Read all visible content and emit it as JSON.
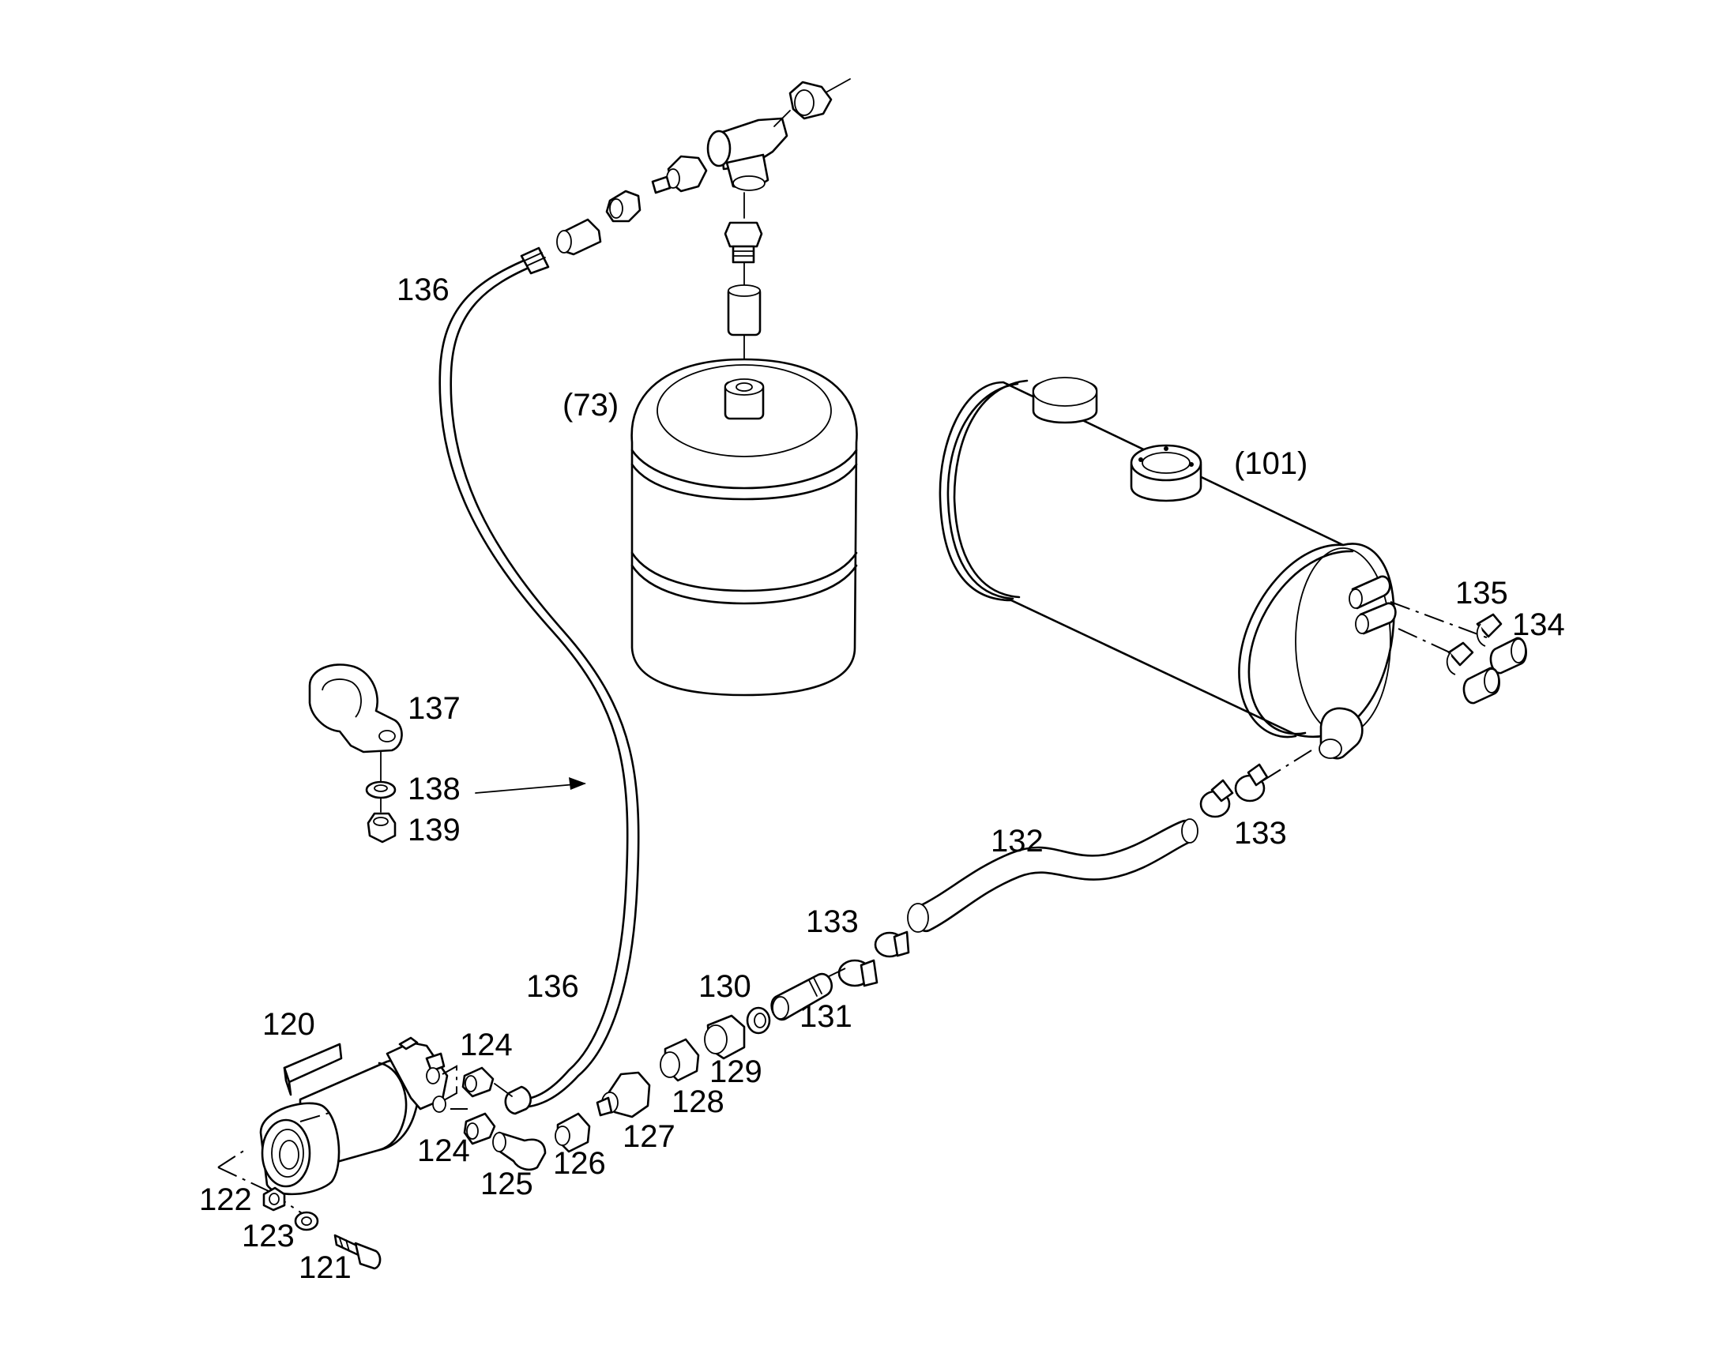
{
  "labels": {
    "l120": "120",
    "l121": "121",
    "l122": "122",
    "l123": "123",
    "l124a": "124",
    "l124b": "124",
    "l125": "125",
    "l126": "126",
    "l127": "127",
    "l128": "128",
    "l129": "129",
    "l130": "130",
    "l131": "131",
    "l132": "132",
    "l133a": "133",
    "l133b": "133",
    "l134": "134",
    "l135": "135",
    "l136a": "136",
    "l136b": "136",
    "l137": "137",
    "l138": "138",
    "l139": "139",
    "l73": "(73)",
    "l101": "(101)"
  }
}
